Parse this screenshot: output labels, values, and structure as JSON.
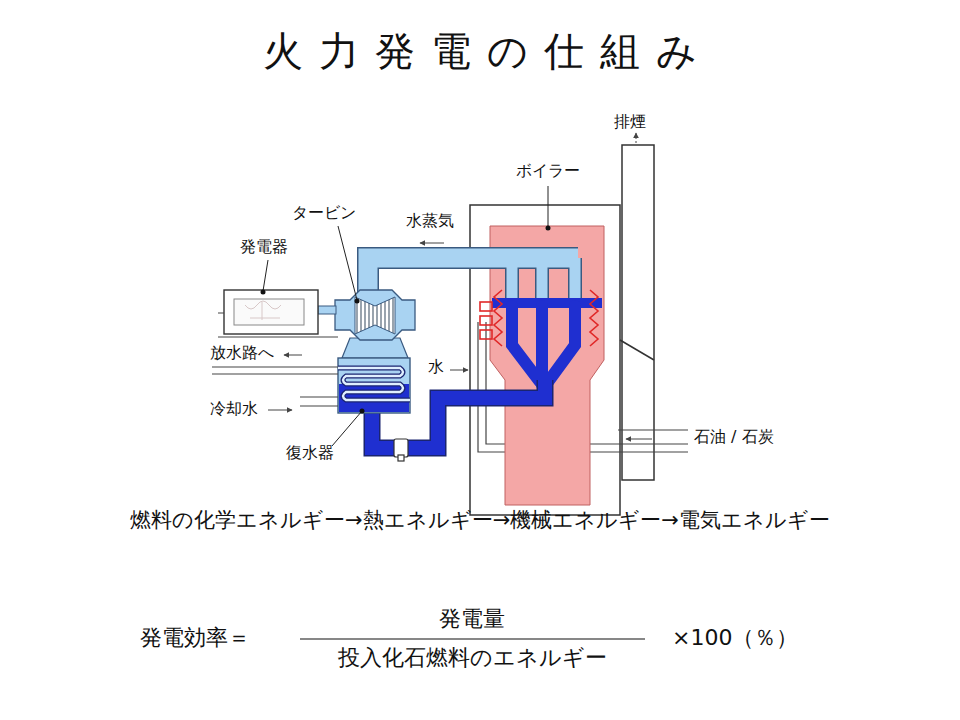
{
  "diagram": {
    "title": "火力発電の仕組み",
    "labels": [
      "排煙",
      "ボイラー",
      "タービン",
      "水蒸気",
      "発電器",
      "放水路へ",
      "水",
      "冷却水",
      "復水器",
      "石油 / 石炭",
      "燃料の化学エネルギー→熱エネルギー→機械エネルギー→電気エネルギー",
      "発電効率＝",
      "発電量",
      "投入化石燃料のエネルギー",
      "×100（％）"
    ]
  }
}
